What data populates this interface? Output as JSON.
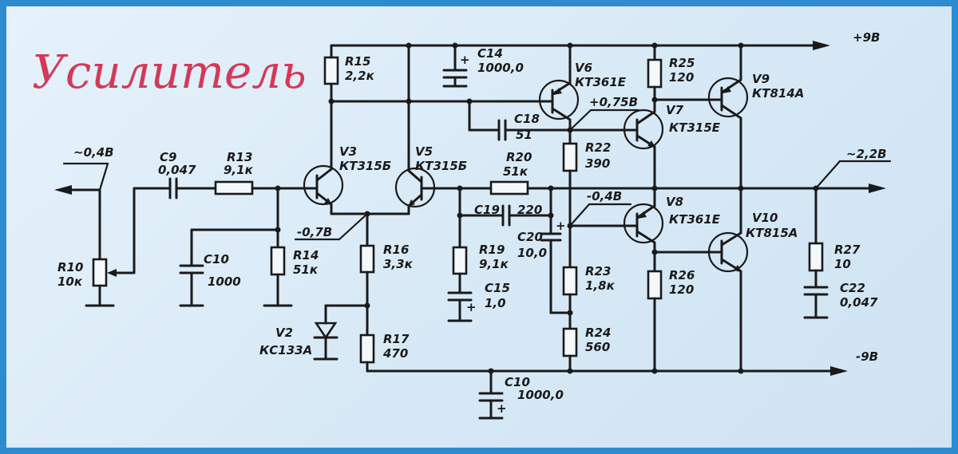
{
  "title": "Усилитель",
  "rails": {
    "pos": "+9В",
    "neg": "-9В"
  },
  "nodes": {
    "input_level": "~0,4В",
    "output_level": "~2,2В",
    "v3_v5_emitters": "-0,7В",
    "v6_collector": "+0,75В",
    "v8_base": "-0,4В"
  },
  "components": {
    "R10": {
      "name": "R10",
      "value": "10к"
    },
    "C9": {
      "name": "C9",
      "value": "0,047"
    },
    "R13": {
      "name": "R13",
      "value": "9,1к"
    },
    "C10a": {
      "name": "C10",
      "value": "1000"
    },
    "R14": {
      "name": "R14",
      "value": "51к"
    },
    "V3": {
      "name": "V3",
      "value": "КТ315Б"
    },
    "V5": {
      "name": "V5",
      "value": "КТ315Б"
    },
    "R15": {
      "name": "R15",
      "value": "2,2к"
    },
    "R16": {
      "name": "R16",
      "value": "3,3к"
    },
    "V2": {
      "name": "V2",
      "value": "КС133А"
    },
    "R17": {
      "name": "R17",
      "value": "470"
    },
    "C14": {
      "name": "C14",
      "value": "1000,0"
    },
    "C18": {
      "name": "C18",
      "value": "51"
    },
    "R20": {
      "name": "R20",
      "value": "51к"
    },
    "C19": {
      "name": "C19",
      "value": "220"
    },
    "R19": {
      "name": "R19",
      "value": "9,1к"
    },
    "C15": {
      "name": "C15",
      "value": "1,0"
    },
    "C20": {
      "name": "C20",
      "value": "10,0"
    },
    "C10b": {
      "name": "C10",
      "value": "1000,0"
    },
    "V6": {
      "name": "V6",
      "value": "КТ361Е"
    },
    "R22": {
      "name": "R22",
      "value": "390"
    },
    "R23": {
      "name": "R23",
      "value": "1,8к"
    },
    "R24": {
      "name": "R24",
      "value": "560"
    },
    "R25": {
      "name": "R25",
      "value": "120"
    },
    "V7": {
      "name": "V7",
      "value": "КТ315Е"
    },
    "V9": {
      "name": "V9",
      "value": "КТ814А"
    },
    "V8": {
      "name": "V8",
      "value": "КТ361Е"
    },
    "R26": {
      "name": "R26",
      "value": "120"
    },
    "V10": {
      "name": "V10",
      "value": "КТ815А"
    },
    "R27": {
      "name": "R27",
      "value": "10"
    },
    "C22": {
      "name": "C22",
      "value": "0,047"
    }
  },
  "colors": {
    "frame": "#2f8bd0",
    "paper": "#dcecf8",
    "ink": "#1a1a1a",
    "title": "#d23a5a"
  }
}
